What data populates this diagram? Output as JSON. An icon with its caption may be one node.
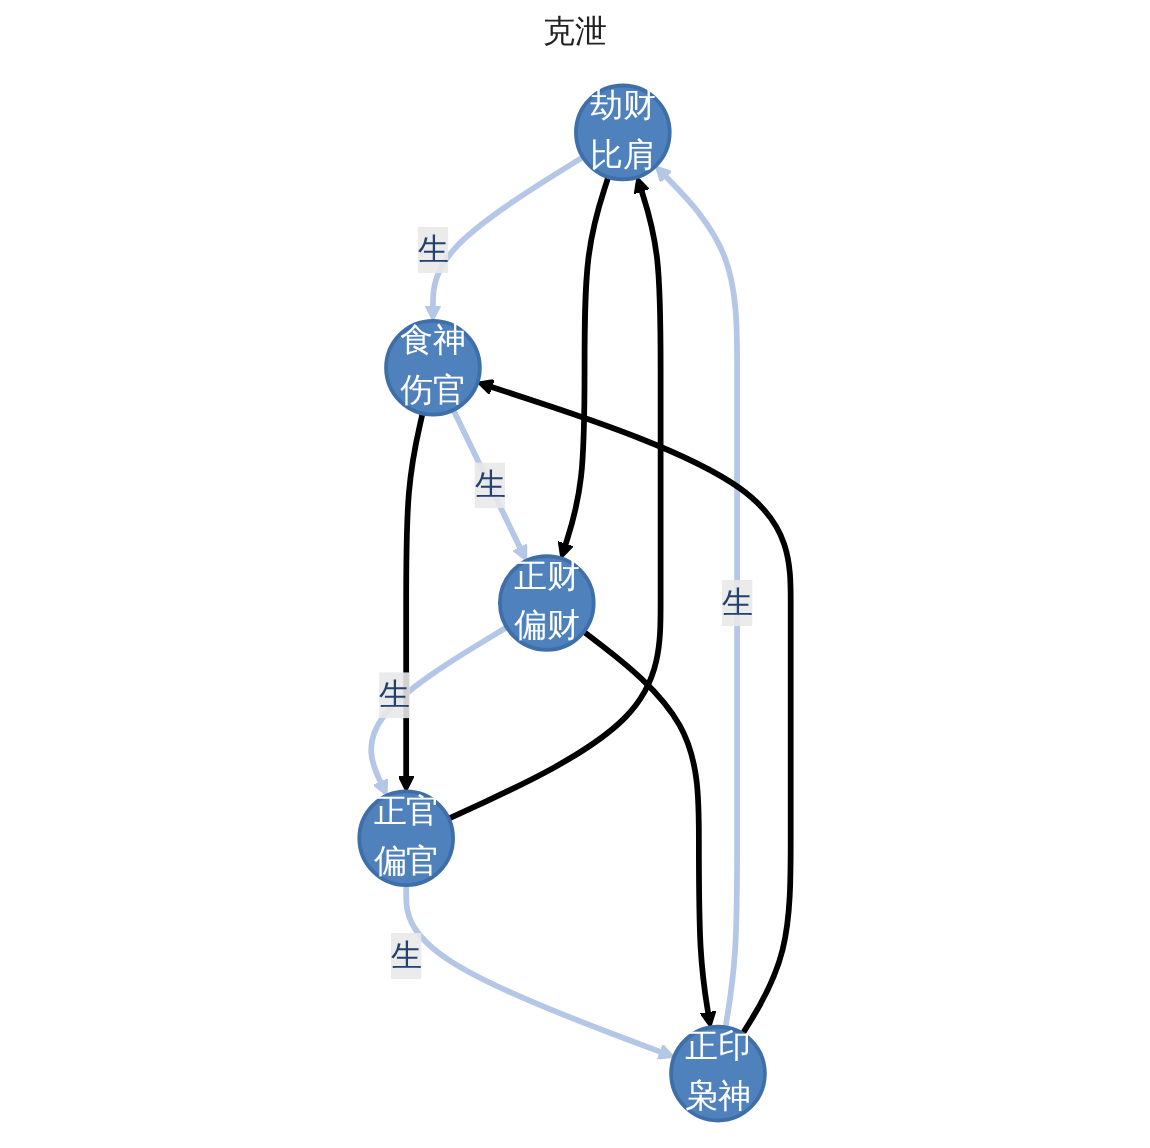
{
  "diagram": {
    "nodes": [
      {
        "text": [
          "劫财",
          "比肩"
        ]
      },
      {
        "text": [
          "正印",
          "枭神"
        ]
      },
      {
        "text": [
          "食神",
          "伤官"
        ]
      },
      {
        "text": [
          "正官",
          "偏官"
        ]
      },
      {
        "text": [
          "正财",
          "偏财"
        ]
      }
    ],
    "edges": [
      {
        "from": 1,
        "to": 0,
        "arrow": "to",
        "label": "生",
        "color": "#b4c7e7"
      },
      {
        "from": 0,
        "to": 2,
        "arrow": "to",
        "label": "生",
        "color": "#b4c7e7"
      },
      {
        "from": 2,
        "to": 4,
        "arrow": "to",
        "label": "生",
        "color": "#b4c7e7"
      },
      {
        "from": 4,
        "to": 3,
        "arrow": "to",
        "label": "生",
        "color": "#b4c7e7"
      },
      {
        "from": 3,
        "to": 1,
        "arrow": "to",
        "label": "生",
        "color": "#b4c7e7"
      },
      {
        "from": 1,
        "to": 2,
        "arrow": "to",
        "color": "#000000"
      },
      {
        "from": 0,
        "to": 4,
        "arrow": "to",
        "color": "#000000"
      },
      {
        "from": 2,
        "to": 3,
        "arrow": "to",
        "color": "#000000"
      },
      {
        "from": 4,
        "to": 1,
        "arrow": "to",
        "color": "#000000"
      },
      {
        "from": 3,
        "to": 0,
        "arrow": "to",
        "color": "#000000"
      }
    ],
    "labels": [
      "克泄"
    ]
  }
}
